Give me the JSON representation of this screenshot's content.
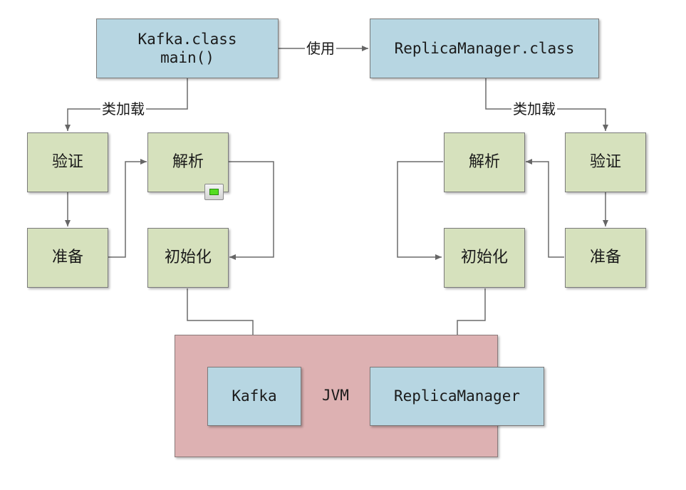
{
  "kafka_class": {
    "line1": "Kafka.class",
    "line2": "main()"
  },
  "replica_class": {
    "label": "ReplicaManager.class"
  },
  "edge_labels": {
    "uses": "使用",
    "class_load_left": "类加载",
    "class_load_right": "类加载"
  },
  "left_chain": {
    "verify": "验证",
    "prepare": "准备",
    "resolve": "解析",
    "initialize": "初始化"
  },
  "right_chain": {
    "verify": "验证",
    "prepare": "准备",
    "resolve": "解析",
    "initialize": "初始化"
  },
  "jvm": {
    "label": "JVM",
    "kafka": "Kafka",
    "replica_manager": "ReplicaManager"
  },
  "colors": {
    "class_box": "#b7d6e2",
    "step_box": "#d6e1bd",
    "jvm_box": "#ddb1b2",
    "connector": "#666666"
  }
}
